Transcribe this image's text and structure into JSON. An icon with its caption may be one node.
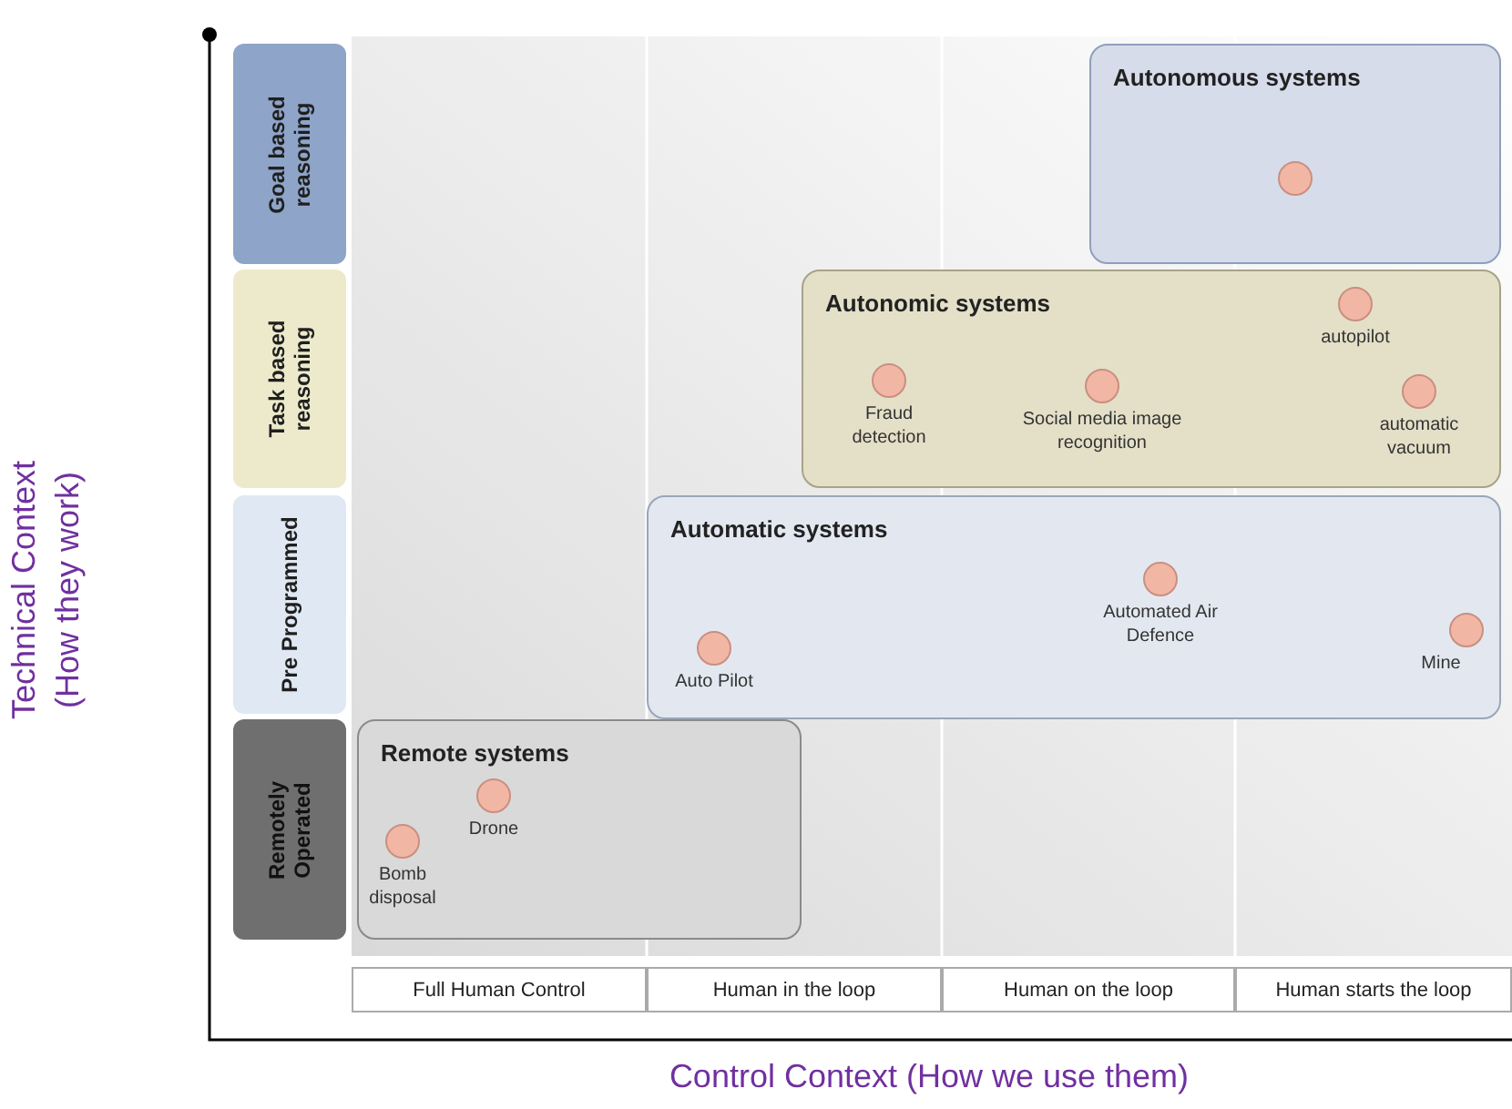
{
  "diagram": {
    "nodes": [
      {
        "text": [
          "Goal based reasoning"
        ]
      },
      {
        "text": [
          "Task based reasoning"
        ]
      },
      {
        "text": [
          "Pre Programmed"
        ]
      },
      {
        "text": [
          "Remotely Operated"
        ]
      },
      {
        "text": [
          "Full Human Control"
        ]
      },
      {
        "text": [
          "Human in the loop"
        ]
      },
      {
        "text": [
          "Human on the loop"
        ]
      },
      {
        "text": [
          "Human starts the loop"
        ]
      },
      {
        "text": [
          "Autonomous systems"
        ]
      },
      {
        "text": [],
        "shape": "circle",
        "in": 8
      },
      {
        "text": [
          "Autonomic systems"
        ]
      },
      {
        "text": [],
        "shape": "circle",
        "in": 10,
        "beside": [
          "Fraud detection"
        ]
      },
      {
        "text": [],
        "shape": "circle",
        "in": 10,
        "beside": [
          "Social media image recognition"
        ]
      },
      {
        "text": [],
        "shape": "circle",
        "in": 10,
        "beside": [
          "autopilot"
        ]
      },
      {
        "text": [],
        "shape": "circle",
        "in": 10,
        "beside": [
          "automatic vacuum"
        ]
      },
      {
        "text": [
          "Automatic systems"
        ]
      },
      {
        "text": [],
        "shape": "circle",
        "in": 15,
        "beside": [
          "Auto Pilot"
        ]
      },
      {
        "text": [],
        "shape": "circle",
        "in": 15,
        "beside": [
          "Automated Air Defence"
        ]
      },
      {
        "text": [],
        "shape": "circle",
        "in": 15,
        "beside": [
          "Mine"
        ]
      },
      {
        "text": [
          "Remote systems"
        ]
      },
      {
        "text": [],
        "shape": "circle",
        "in": 19,
        "beside": [
          "Drone"
        ]
      },
      {
        "text": [],
        "shape": "circle",
        "in": 19,
        "beside": [
          "Bomb disposal"
        ]
      }
    ],
    "edges": [],
    "labels": [
      "Technical Context (How they work)",
      "Control Context (How we use them)"
    ]
  }
}
